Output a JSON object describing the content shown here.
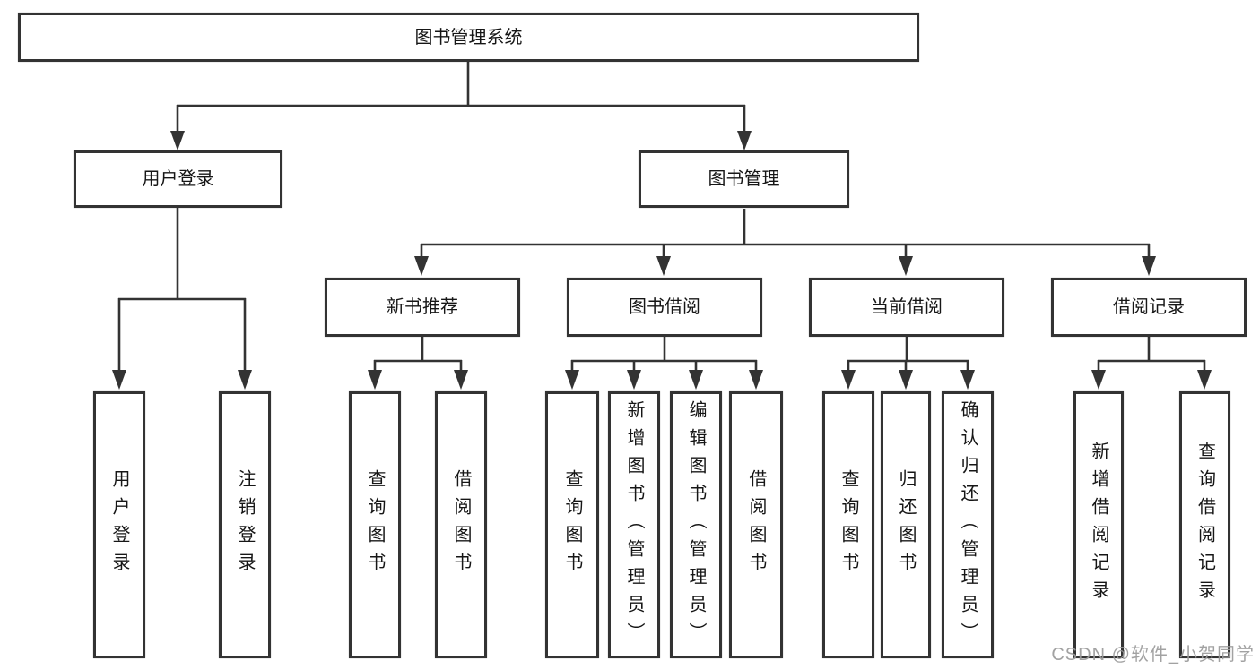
{
  "diagram": {
    "title_node": {
      "label": "图书管理系统"
    },
    "level2": [
      {
        "label": "用户登录"
      },
      {
        "label": "图书管理"
      }
    ],
    "level3": [
      {
        "label": "新书推荐"
      },
      {
        "label": "图书借阅"
      },
      {
        "label": "当前借阅"
      },
      {
        "label": "借阅记录"
      }
    ],
    "leaves": [
      {
        "parent": "用户登录",
        "label": "用户登录"
      },
      {
        "parent": "用户登录",
        "label": "注销登录"
      },
      {
        "parent": "新书推荐",
        "label": "查询图书"
      },
      {
        "parent": "新书推荐",
        "label": "借阅图书"
      },
      {
        "parent": "图书借阅",
        "label": "查询图书"
      },
      {
        "parent": "图书借阅",
        "label": "新增图书（管理员）"
      },
      {
        "parent": "图书借阅",
        "label": "编辑图书（管理员）"
      },
      {
        "parent": "图书借阅",
        "label": "借阅图书"
      },
      {
        "parent": "当前借阅",
        "label": "查询图书"
      },
      {
        "parent": "当前借阅",
        "label": "归还图书"
      },
      {
        "parent": "当前借阅",
        "label": "确认归还（管理员）"
      },
      {
        "parent": "借阅记录",
        "label": "新增借阅记录"
      },
      {
        "parent": "借阅记录",
        "label": "查询借阅记录"
      }
    ],
    "watermark": "CSDN @软件_小贺同学",
    "colors": {
      "line": "#333333",
      "box_background": "#ffffff",
      "text": "#161616",
      "watermark": "#9b9b9b"
    }
  }
}
